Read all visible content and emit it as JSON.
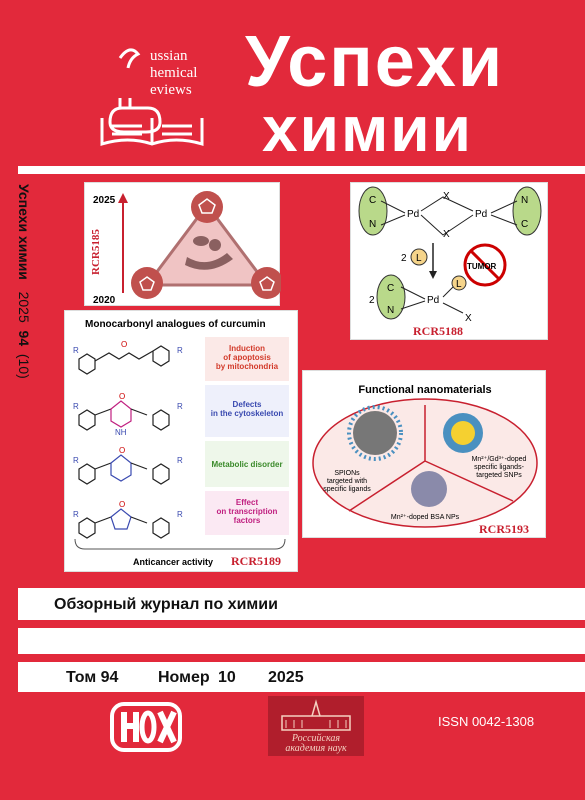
{
  "header": {
    "logo_text": [
      "ussian",
      "hemical",
      "eviews"
    ],
    "title_line1": "Успехи",
    "title_line2": "химии"
  },
  "spine": {
    "name": "Успехи химии",
    "year": "2025",
    "volume": "94",
    "issue": "(10)"
  },
  "panels": {
    "p5185": {
      "label": "RCR5185",
      "years": [
        "2025",
        "2020"
      ]
    },
    "p5188": {
      "label": "RCR5188",
      "atoms": [
        "C",
        "N",
        "Pd",
        "X",
        "Pd",
        "X",
        "N",
        "C"
      ],
      "step": "2",
      "ligand": "L",
      "tumor": "TUMOR",
      "product_coef": "2",
      "prod_atoms": [
        "C",
        "N",
        "Pd",
        "L",
        "X"
      ]
    },
    "p5189": {
      "label": "RCR5189",
      "title": "Monocarbonyl analogues of curcumin",
      "effects": [
        "Induction\nof apoptosis\nby mitochondria",
        "Defects\nin the cytoskeleton",
        "Metabolic disorder",
        "Effect\non transcription\nfactors"
      ],
      "footer": "Anticancer activity",
      "r": "R",
      "nh": "NH"
    },
    "p5193": {
      "label": "RCR5193",
      "title": "Functional nanomaterials",
      "left": "SPIONs\ntargeted with\nspecific ligands",
      "right": "Mn²⁺/Gd³⁺-doped\nspecific ligands-\ntargeted SNPs",
      "bottom": "Mn²⁺-doped BSA NPs"
    }
  },
  "footer": {
    "subtitle": "Обзорный журнал по химии",
    "vol_label": "Том 94",
    "num_label": "Номер",
    "num_value": "10",
    "year": "2025",
    "issn": "ISSN 0042-1308",
    "ras_line1": "Российская",
    "ras_line2": "академия наук"
  },
  "colors": {
    "brand_red": "#e2293b",
    "label_red": "#c8202f"
  }
}
